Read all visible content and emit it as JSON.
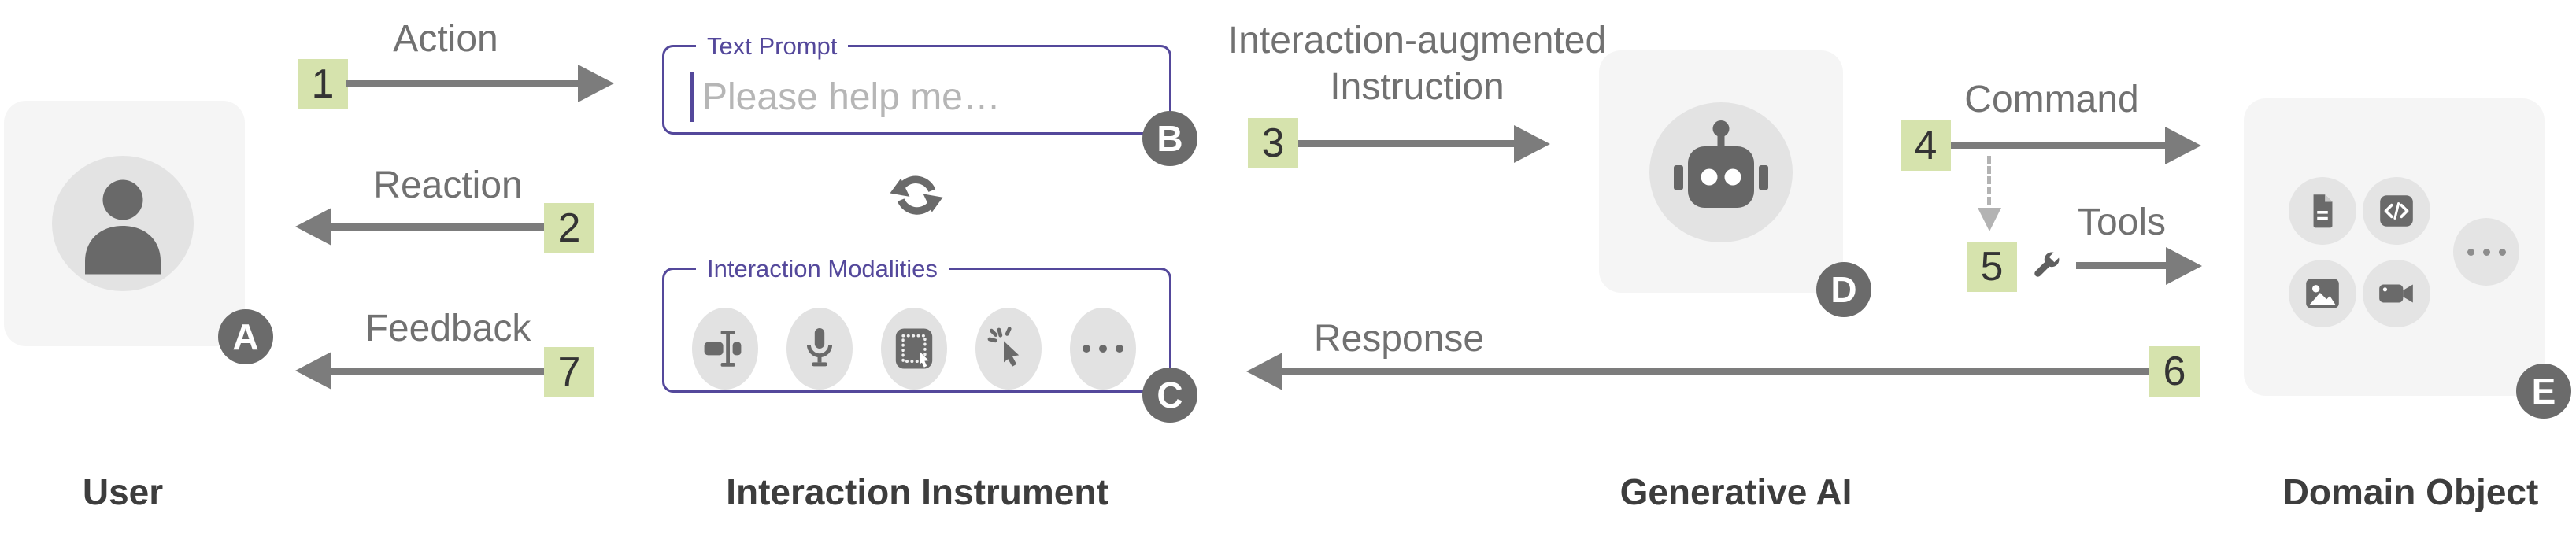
{
  "figure": {
    "sections": {
      "user": {
        "title": "User",
        "badge": "A"
      },
      "instrument": {
        "title": "Interaction Instrument",
        "text_prompt": {
          "label": "Text Prompt",
          "placeholder": "Please help me…",
          "badge": "B"
        },
        "modalities": {
          "label": "Interaction Modalities",
          "badge": "C",
          "icons": [
            "text-insert-icon",
            "microphone-icon",
            "marquee-select-icon",
            "click-cursor-icon",
            "more-icon"
          ]
        },
        "sync_icon": "sync-cycle-icon"
      },
      "genai": {
        "title": "Generative AI",
        "badge": "D",
        "icon": "robot-icon"
      },
      "domain": {
        "title": "Domain Object",
        "badge": "E",
        "icons": [
          "document-icon",
          "code-icon",
          "image-icon",
          "video-icon",
          "more-icon"
        ]
      }
    },
    "flows": {
      "action": {
        "label": "Action",
        "step": "1"
      },
      "reaction": {
        "label": "Reaction",
        "step": "2"
      },
      "instruction": {
        "label_line1": "Interaction-augmented",
        "label_line2": "Instruction",
        "step": "3"
      },
      "command": {
        "label": "Command",
        "step": "4"
      },
      "tools": {
        "label": "Tools",
        "step": "5",
        "icon": "wrench-icon"
      },
      "response": {
        "label": "Response",
        "step": "6"
      },
      "feedback": {
        "label": "Feedback",
        "step": "7"
      }
    },
    "colors": {
      "accent_purple": "#54489b",
      "step_badge_green": "#d6e3ad",
      "arrow_gray": "#7c7c7c",
      "letter_badge_gray": "#6b6b6b",
      "card_bg": "#f5f5f5",
      "icon_circle_bg": "#e3e3e3",
      "icon_gray": "#6a6a6a"
    }
  }
}
